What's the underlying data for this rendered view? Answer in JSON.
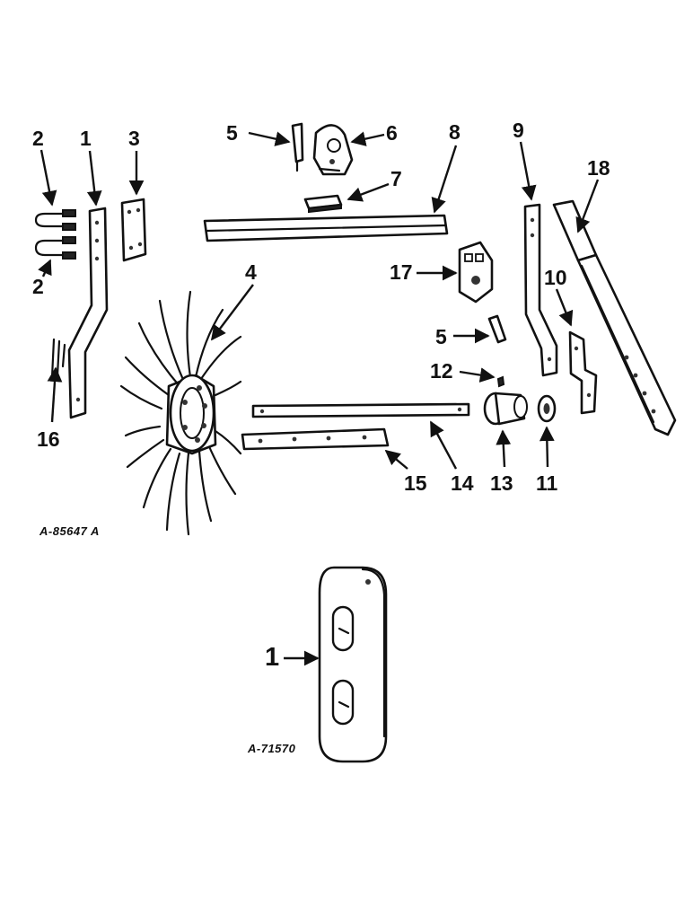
{
  "figure_codes": {
    "upper": "A-85647 A",
    "lower": "A-71570"
  },
  "callouts": {
    "c1": "1",
    "c2a": "2",
    "c2b": "2",
    "c3": "3",
    "c4": "4",
    "c5a": "5",
    "c5b": "5",
    "c6": "6",
    "c7": "7",
    "c8": "8",
    "c9": "9",
    "c10": "10",
    "c11": "11",
    "c12": "12",
    "c13": "13",
    "c14": "14",
    "c15": "15",
    "c16": "16",
    "c17": "17",
    "c18": "18",
    "c1_lower": "1"
  }
}
